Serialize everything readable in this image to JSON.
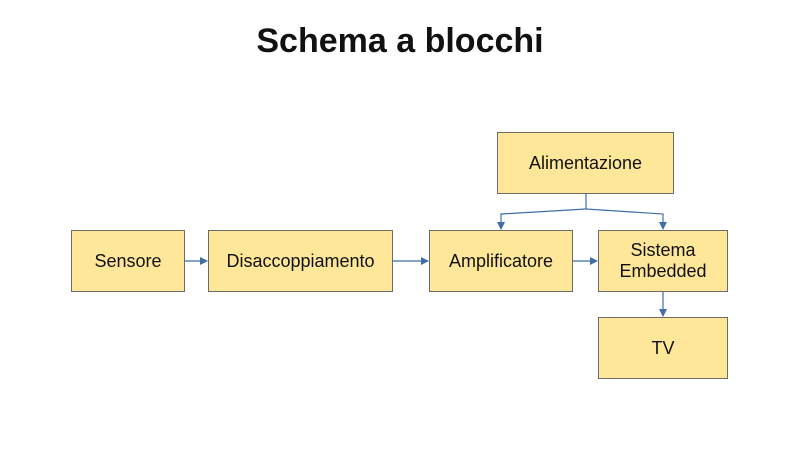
{
  "diagram": {
    "title": "Schema a blocchi",
    "blocks": {
      "sensore": "Sensore",
      "disaccoppiamento": "Disaccoppiamento",
      "amplificatore": "Amplificatore",
      "sistema_embedded": "Sistema\nEmbedded",
      "alimentazione": "Alimentazione",
      "tv": "TV"
    },
    "connections": [
      {
        "from": "Sensore",
        "to": "Disaccoppiamento"
      },
      {
        "from": "Disaccoppiamento",
        "to": "Amplificatore"
      },
      {
        "from": "Amplificatore",
        "to": "Sistema Embedded"
      },
      {
        "from": "Alimentazione",
        "to": "Amplificatore"
      },
      {
        "from": "Alimentazione",
        "to": "Sistema Embedded"
      },
      {
        "from": "Sistema Embedded",
        "to": "TV"
      }
    ],
    "colors": {
      "block_fill": "#ffe79a",
      "block_border": "#6b6b6b",
      "arrow": "#3f6ea8"
    }
  }
}
